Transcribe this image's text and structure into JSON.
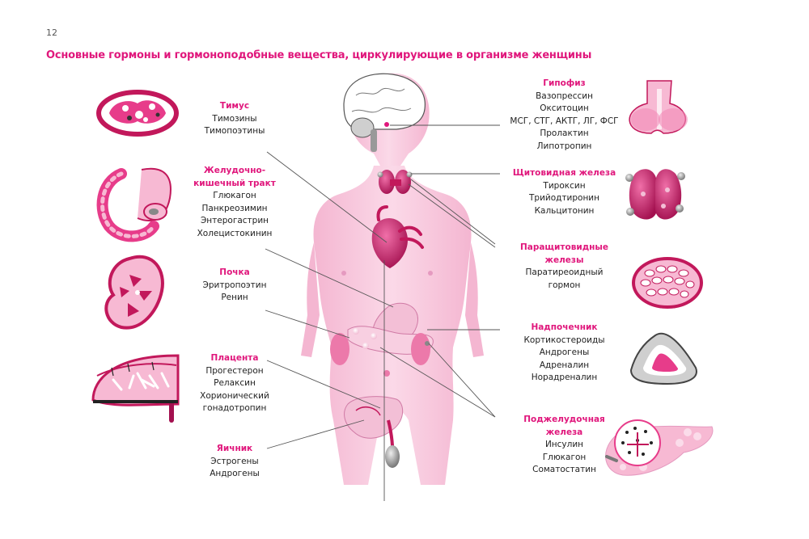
{
  "page_number": "12",
  "title": "Основные гормоны и гормоноподобные вещества, циркулирующие в организме женщины",
  "labels": {
    "thymus": {
      "name": "Тимус",
      "hormones": [
        "Тимозины",
        "Тимопоэтины"
      ]
    },
    "gi": {
      "name": [
        "Желудочно-",
        "кишечный тракт"
      ],
      "hormones": [
        "Глюкагон",
        "Панкреозимин",
        "Энтерогастрин",
        "Холецистокинин"
      ]
    },
    "kidney": {
      "name": "Почка",
      "hormones": [
        "Эритропоэтин",
        "Ренин"
      ]
    },
    "placenta": {
      "name": "Плацента",
      "hormones": [
        "Прогестерон",
        "Релаксин",
        "Хорионический",
        "гонадотропин"
      ]
    },
    "ovary": {
      "name": "Яичник",
      "hormones": [
        "Эстрогены",
        "Андрогены"
      ]
    },
    "pituitary": {
      "name": "Гипофиз",
      "hormones": [
        "Вазопрессин",
        "Окситоцин",
        "МСГ, СТГ, АКТГ, ЛГ, ФСГ",
        "Пролактин",
        "Липотропин"
      ]
    },
    "thyroid": {
      "name": "Щитовидная железа",
      "hormones": [
        "Тироксин",
        "Трийодтиронин",
        "Кальцитонин"
      ]
    },
    "parathyroid": {
      "name": [
        "Паращитовидные",
        "железы"
      ],
      "hormones": [
        "Паратиреоидный",
        "гормон"
      ]
    },
    "adrenal": {
      "name": "Надпочечник",
      "hormones": [
        "Кортикостероиды",
        "Андрогены",
        "Адреналин",
        "Норадреналин"
      ]
    },
    "pancreas": {
      "name": [
        "Поджелудочная",
        "железа"
      ],
      "hormones": [
        "Инсулин",
        "Глюкагон",
        "Соматостатин"
      ]
    }
  },
  "colors": {
    "accent": "#e0177c",
    "organ": "#c2185b",
    "skin": "#f7c6dc",
    "skin_light": "#fbdcea",
    "line": "#555555"
  }
}
